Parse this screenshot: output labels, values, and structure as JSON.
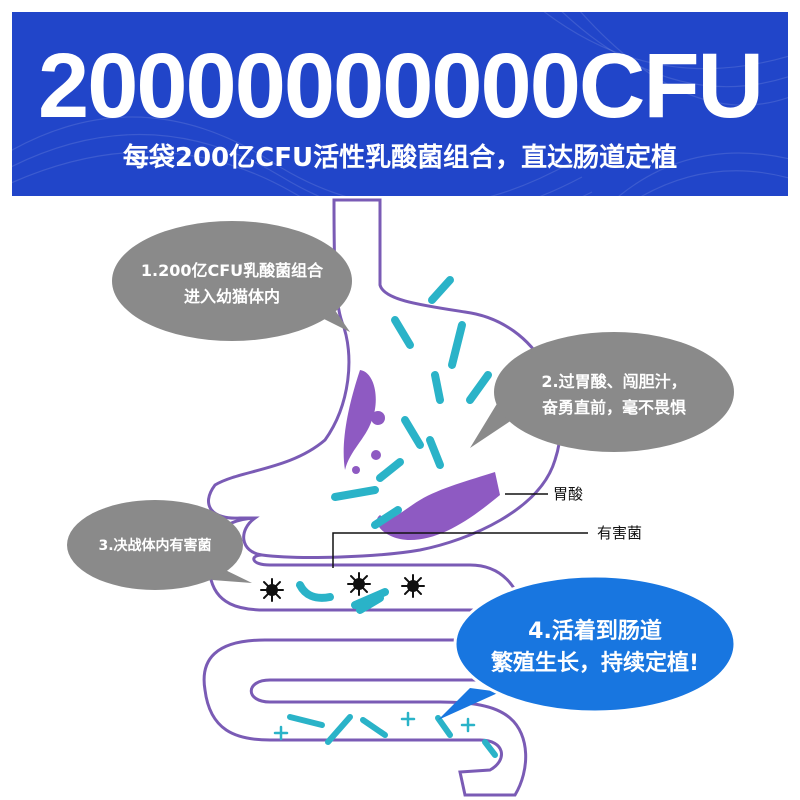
{
  "header": {
    "headline": "20000000000CFU",
    "subline": "每袋200亿CFU活性乳酸菌组合，直达肠道定植"
  },
  "bubbles": {
    "b1": {
      "line1": "1.200亿CFU乳酸菌组合",
      "line2": "进入幼猫体内"
    },
    "b2": {
      "line1": "2.过胃酸、闯胆汁，",
      "line2": "奋勇直前，毫不畏惧"
    },
    "b3": {
      "line1": "3.决战体内有害菌"
    },
    "b4": {
      "line1": "4.活着到肠道",
      "line2": "繁殖生长，持续定植!"
    }
  },
  "labels": {
    "stomach_acid": "胃酸",
    "harmful_bacteria": "有害菌"
  },
  "colors": {
    "banner": "#2145c9",
    "outline": "#7a5bb5",
    "acid": "#8e5ac2",
    "bacteria": "#2ab3c8",
    "bubble_gray": "#8a8a8a",
    "bubble_blue": "#1876e0"
  },
  "icons": {
    "virus": "virus-icon",
    "plus": "plus-icon"
  }
}
